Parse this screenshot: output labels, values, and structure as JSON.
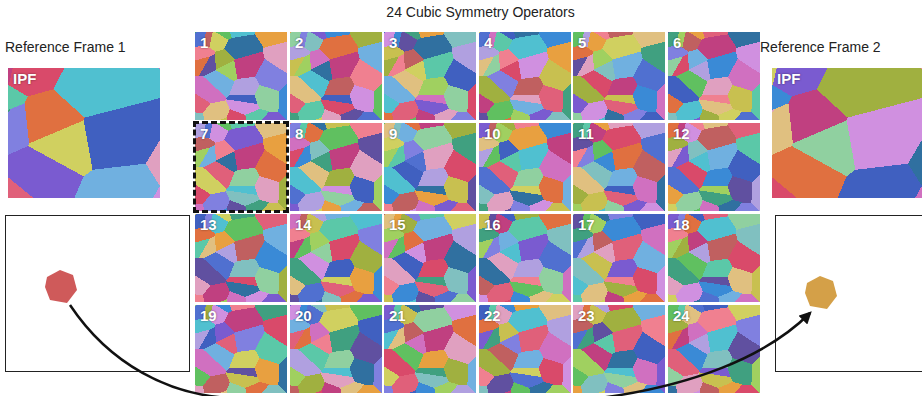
{
  "diagram": {
    "title": "24 Cubic Symmetry Operators",
    "nodes": [
      {
        "text": [
          "Reference Frame 1"
        ]
      },
      {
        "text": [
          "IPF"
        ],
        "in": 0
      },
      {
        "text": [
          "1"
        ]
      },
      {
        "text": [
          "2"
        ]
      },
      {
        "text": [
          "3"
        ]
      },
      {
        "text": [
          "4"
        ]
      },
      {
        "text": [
          "5"
        ]
      },
      {
        "text": [
          "6"
        ]
      },
      {
        "text": [
          "7"
        ]
      },
      {
        "text": [
          "8"
        ]
      },
      {
        "text": [
          "9"
        ]
      },
      {
        "text": [
          "10"
        ]
      },
      {
        "text": [
          "11"
        ]
      },
      {
        "text": [
          "12"
        ]
      },
      {
        "text": [
          "13"
        ]
      },
      {
        "text": [
          "14"
        ]
      },
      {
        "text": [
          "15"
        ]
      },
      {
        "text": [
          "16"
        ]
      },
      {
        "text": [
          "17"
        ]
      },
      {
        "text": [
          "18"
        ]
      },
      {
        "text": [
          "19"
        ]
      },
      {
        "text": [
          "20"
        ]
      },
      {
        "text": [
          "21"
        ]
      },
      {
        "text": [
          "22"
        ]
      },
      {
        "text": [
          "23"
        ]
      },
      {
        "text": [
          "24"
        ]
      },
      {
        "text": [
          "Reference Frame 2"
        ]
      },
      {
        "text": [
          "IPF"
        ],
        "in": 26
      }
    ],
    "edges": [
      {
        "from": 0,
        "to": 26,
        "arrow": "to"
      }
    ]
  }
}
